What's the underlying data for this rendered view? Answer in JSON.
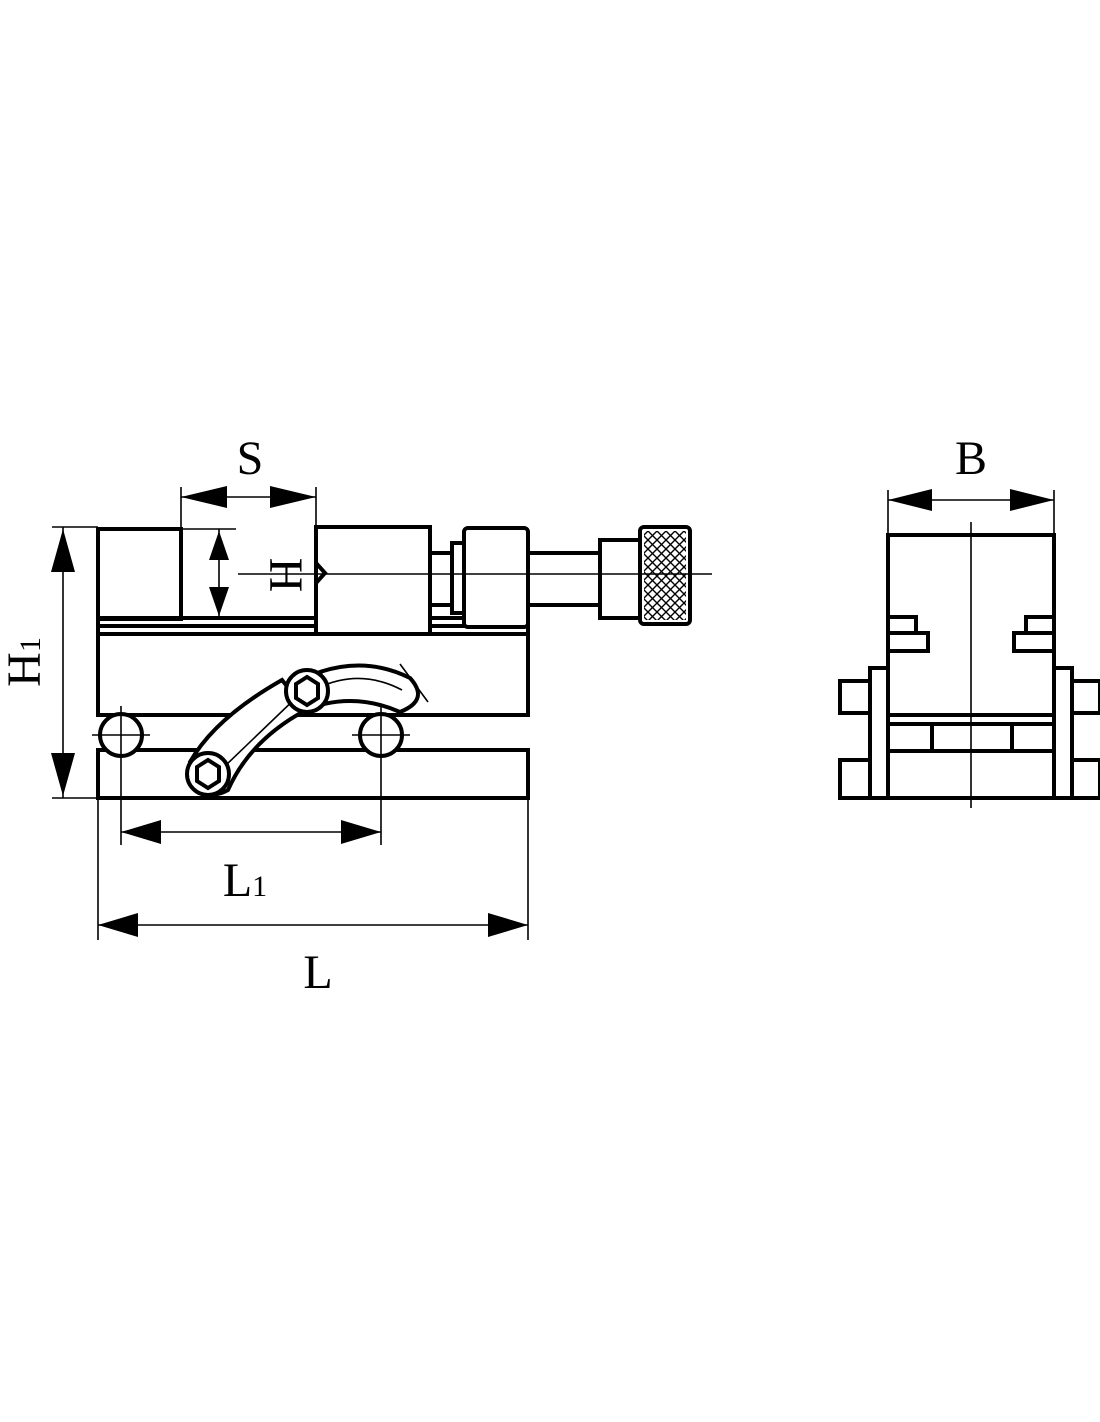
{
  "dimensions": {
    "S": "S",
    "H": "H",
    "H1": {
      "main": "H",
      "sub": "1"
    },
    "L1": {
      "main": "L",
      "sub": "1"
    },
    "L": "L",
    "B": "B"
  }
}
